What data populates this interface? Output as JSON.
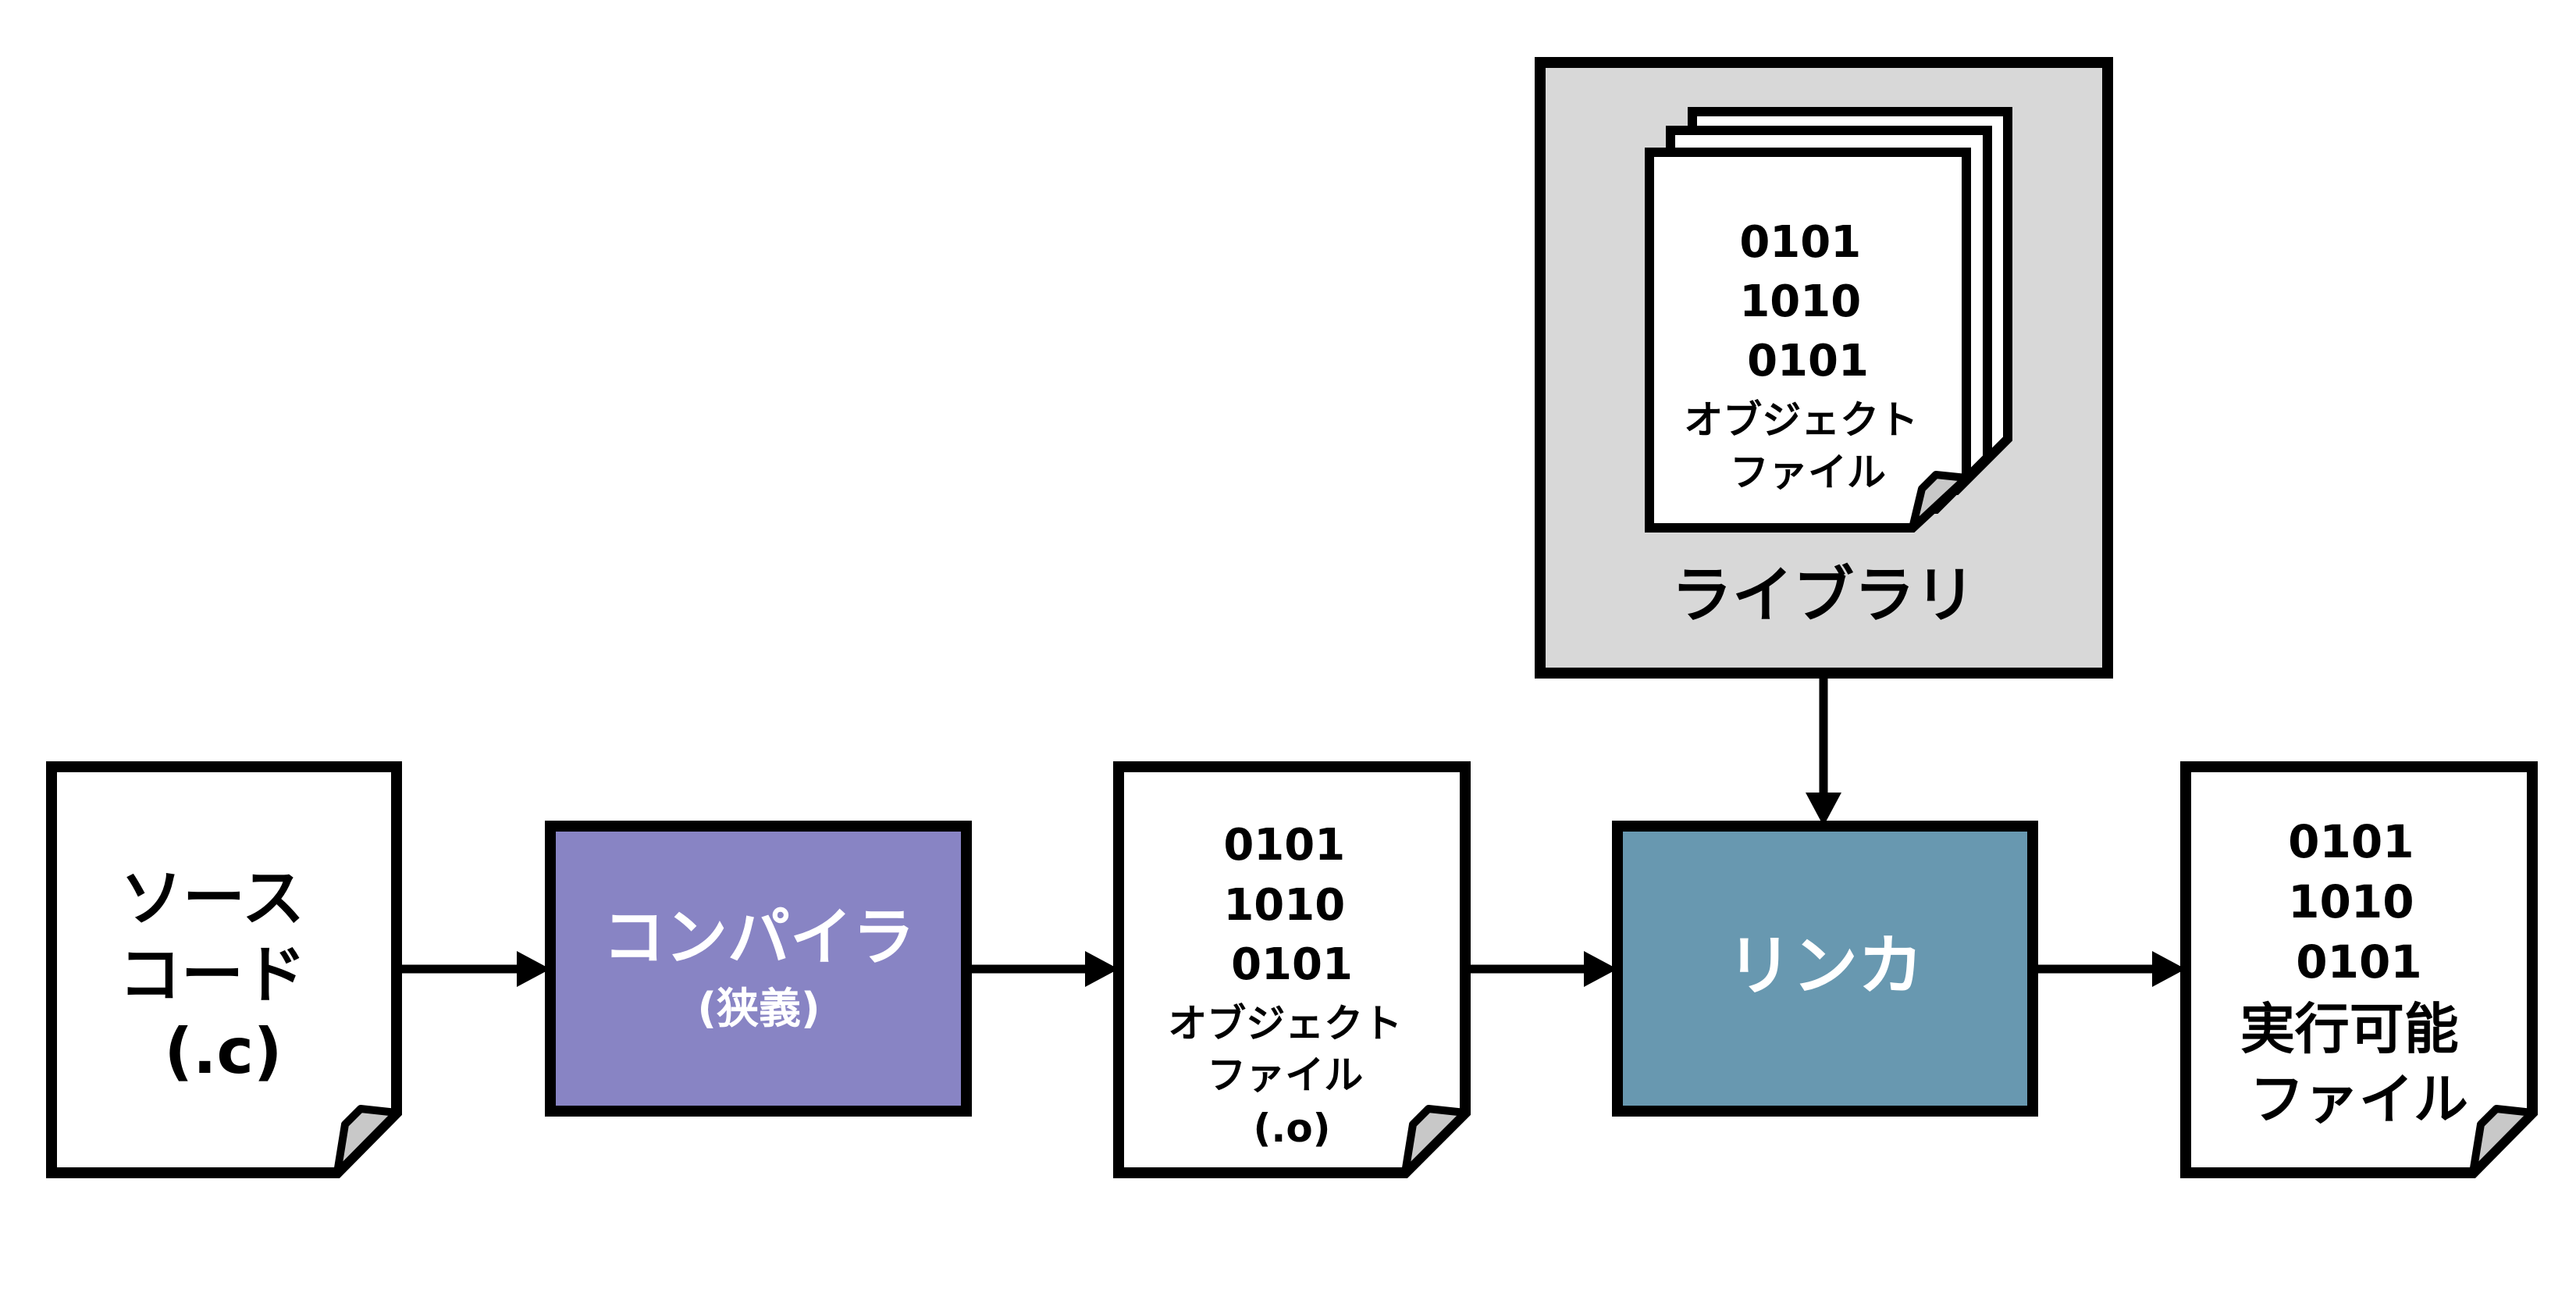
{
  "source": {
    "lines": [
      "ソース",
      "コード",
      "(.c)"
    ]
  },
  "compiler": {
    "label": "コンパイラ",
    "sub": "(狭義)",
    "color": "#8884c4"
  },
  "object_file": {
    "lines": [
      "0101",
      "1010",
      "0101",
      "オブジェクト",
      "ファイル",
      "(.o)"
    ]
  },
  "linker": {
    "label": "リンカ",
    "color": "#6898b0"
  },
  "executable": {
    "lines": [
      "0101",
      "1010",
      "0101",
      "実行可能",
      "ファイル"
    ]
  },
  "library": {
    "label": "ライブラリ",
    "color": "#d8d8d8",
    "doc_lines": [
      "0101",
      "1010",
      "0101",
      "オブジェクト",
      "ファイル"
    ]
  },
  "colors": {
    "stroke": "#000000",
    "fold": "#c8c8c8"
  }
}
